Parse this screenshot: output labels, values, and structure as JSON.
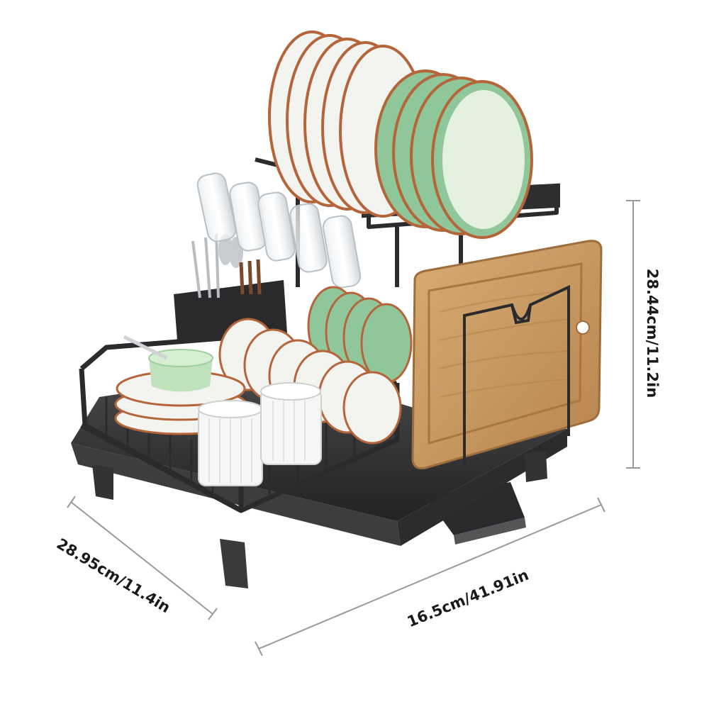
{
  "dimensions": {
    "height_label": "28.44cm/11.2in",
    "depth_label": "28.95cm/11.4in",
    "width_label": "16.5cm/41.91in"
  },
  "colors": {
    "frame": "#2b2b2d",
    "tray": "#3a3a3c",
    "plate_white": "#f3f3f0",
    "plate_green": "#8fc79a",
    "plate_rim": "#b5653a",
    "board": "#c99a62",
    "board_grain": "#b5834d",
    "glass": "#dfe4e8",
    "dimension_line": "#9a9a9a"
  }
}
